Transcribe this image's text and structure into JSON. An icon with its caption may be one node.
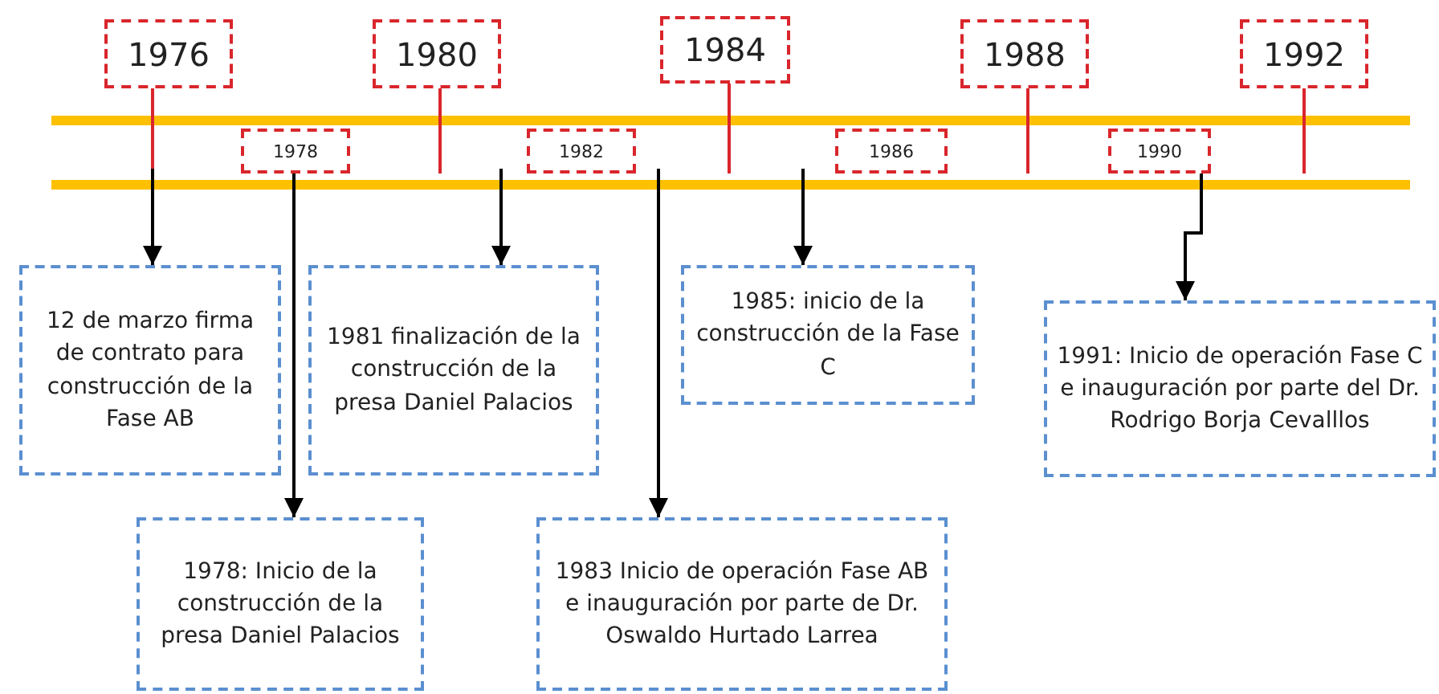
{
  "diagram": {
    "nodes": [
      {
        "text": [
          "1976"
        ]
      },
      {
        "text": [
          "1980"
        ]
      },
      {
        "text": [
          "1984"
        ]
      },
      {
        "text": [
          "1988"
        ]
      },
      {
        "text": [
          "1992"
        ]
      },
      {
        "text": [
          "1978"
        ]
      },
      {
        "text": [
          "1982"
        ]
      },
      {
        "text": [
          "1986"
        ]
      },
      {
        "text": [
          "1990"
        ]
      },
      {
        "text": [
          "12 de marzo firma de contrato para construcción de la Fase AB"
        ]
      },
      {
        "text": [
          "1981 finalización de la construcción de la presa Daniel Palacios"
        ]
      },
      {
        "text": [
          "1985: inicio de la construcción de la Fase C"
        ]
      },
      {
        "text": [
          "1991: Inicio de operación Fase C e inauguración por parte del Dr. Rodrigo Borja Cevalllos"
        ]
      },
      {
        "text": [
          "1978: Inicio de la construcción de la presa Daniel Palacios"
        ]
      },
      {
        "text": [
          "1983 Inicio de operación Fase AB e inauguración por parte de Dr. Oswaldo Hurtado Larrea"
        ]
      }
    ],
    "edges": [
      {
        "from": 0,
        "to": null,
        "arrow": "none",
        "color": "#d9262c"
      },
      {
        "from": null,
        "to": 9,
        "arrow": "to"
      },
      {
        "from": 5,
        "to": 13,
        "arrow": "to"
      },
      {
        "from": 1,
        "to": null,
        "arrow": "none",
        "color": "#d9262c"
      },
      {
        "from": null,
        "to": 10,
        "arrow": "to"
      },
      {
        "from": null,
        "to": 14,
        "arrow": "to"
      },
      {
        "from": 2,
        "to": null,
        "arrow": "none",
        "color": "#d9262c"
      },
      {
        "from": null,
        "to": 11,
        "arrow": "to"
      },
      {
        "from": 3,
        "to": null,
        "arrow": "none",
        "color": "#d9262c"
      },
      {
        "from": 8,
        "to": 12,
        "arrow": "to"
      },
      {
        "from": 4,
        "to": null,
        "arrow": "none",
        "color": "#d9262c"
      }
    ]
  }
}
